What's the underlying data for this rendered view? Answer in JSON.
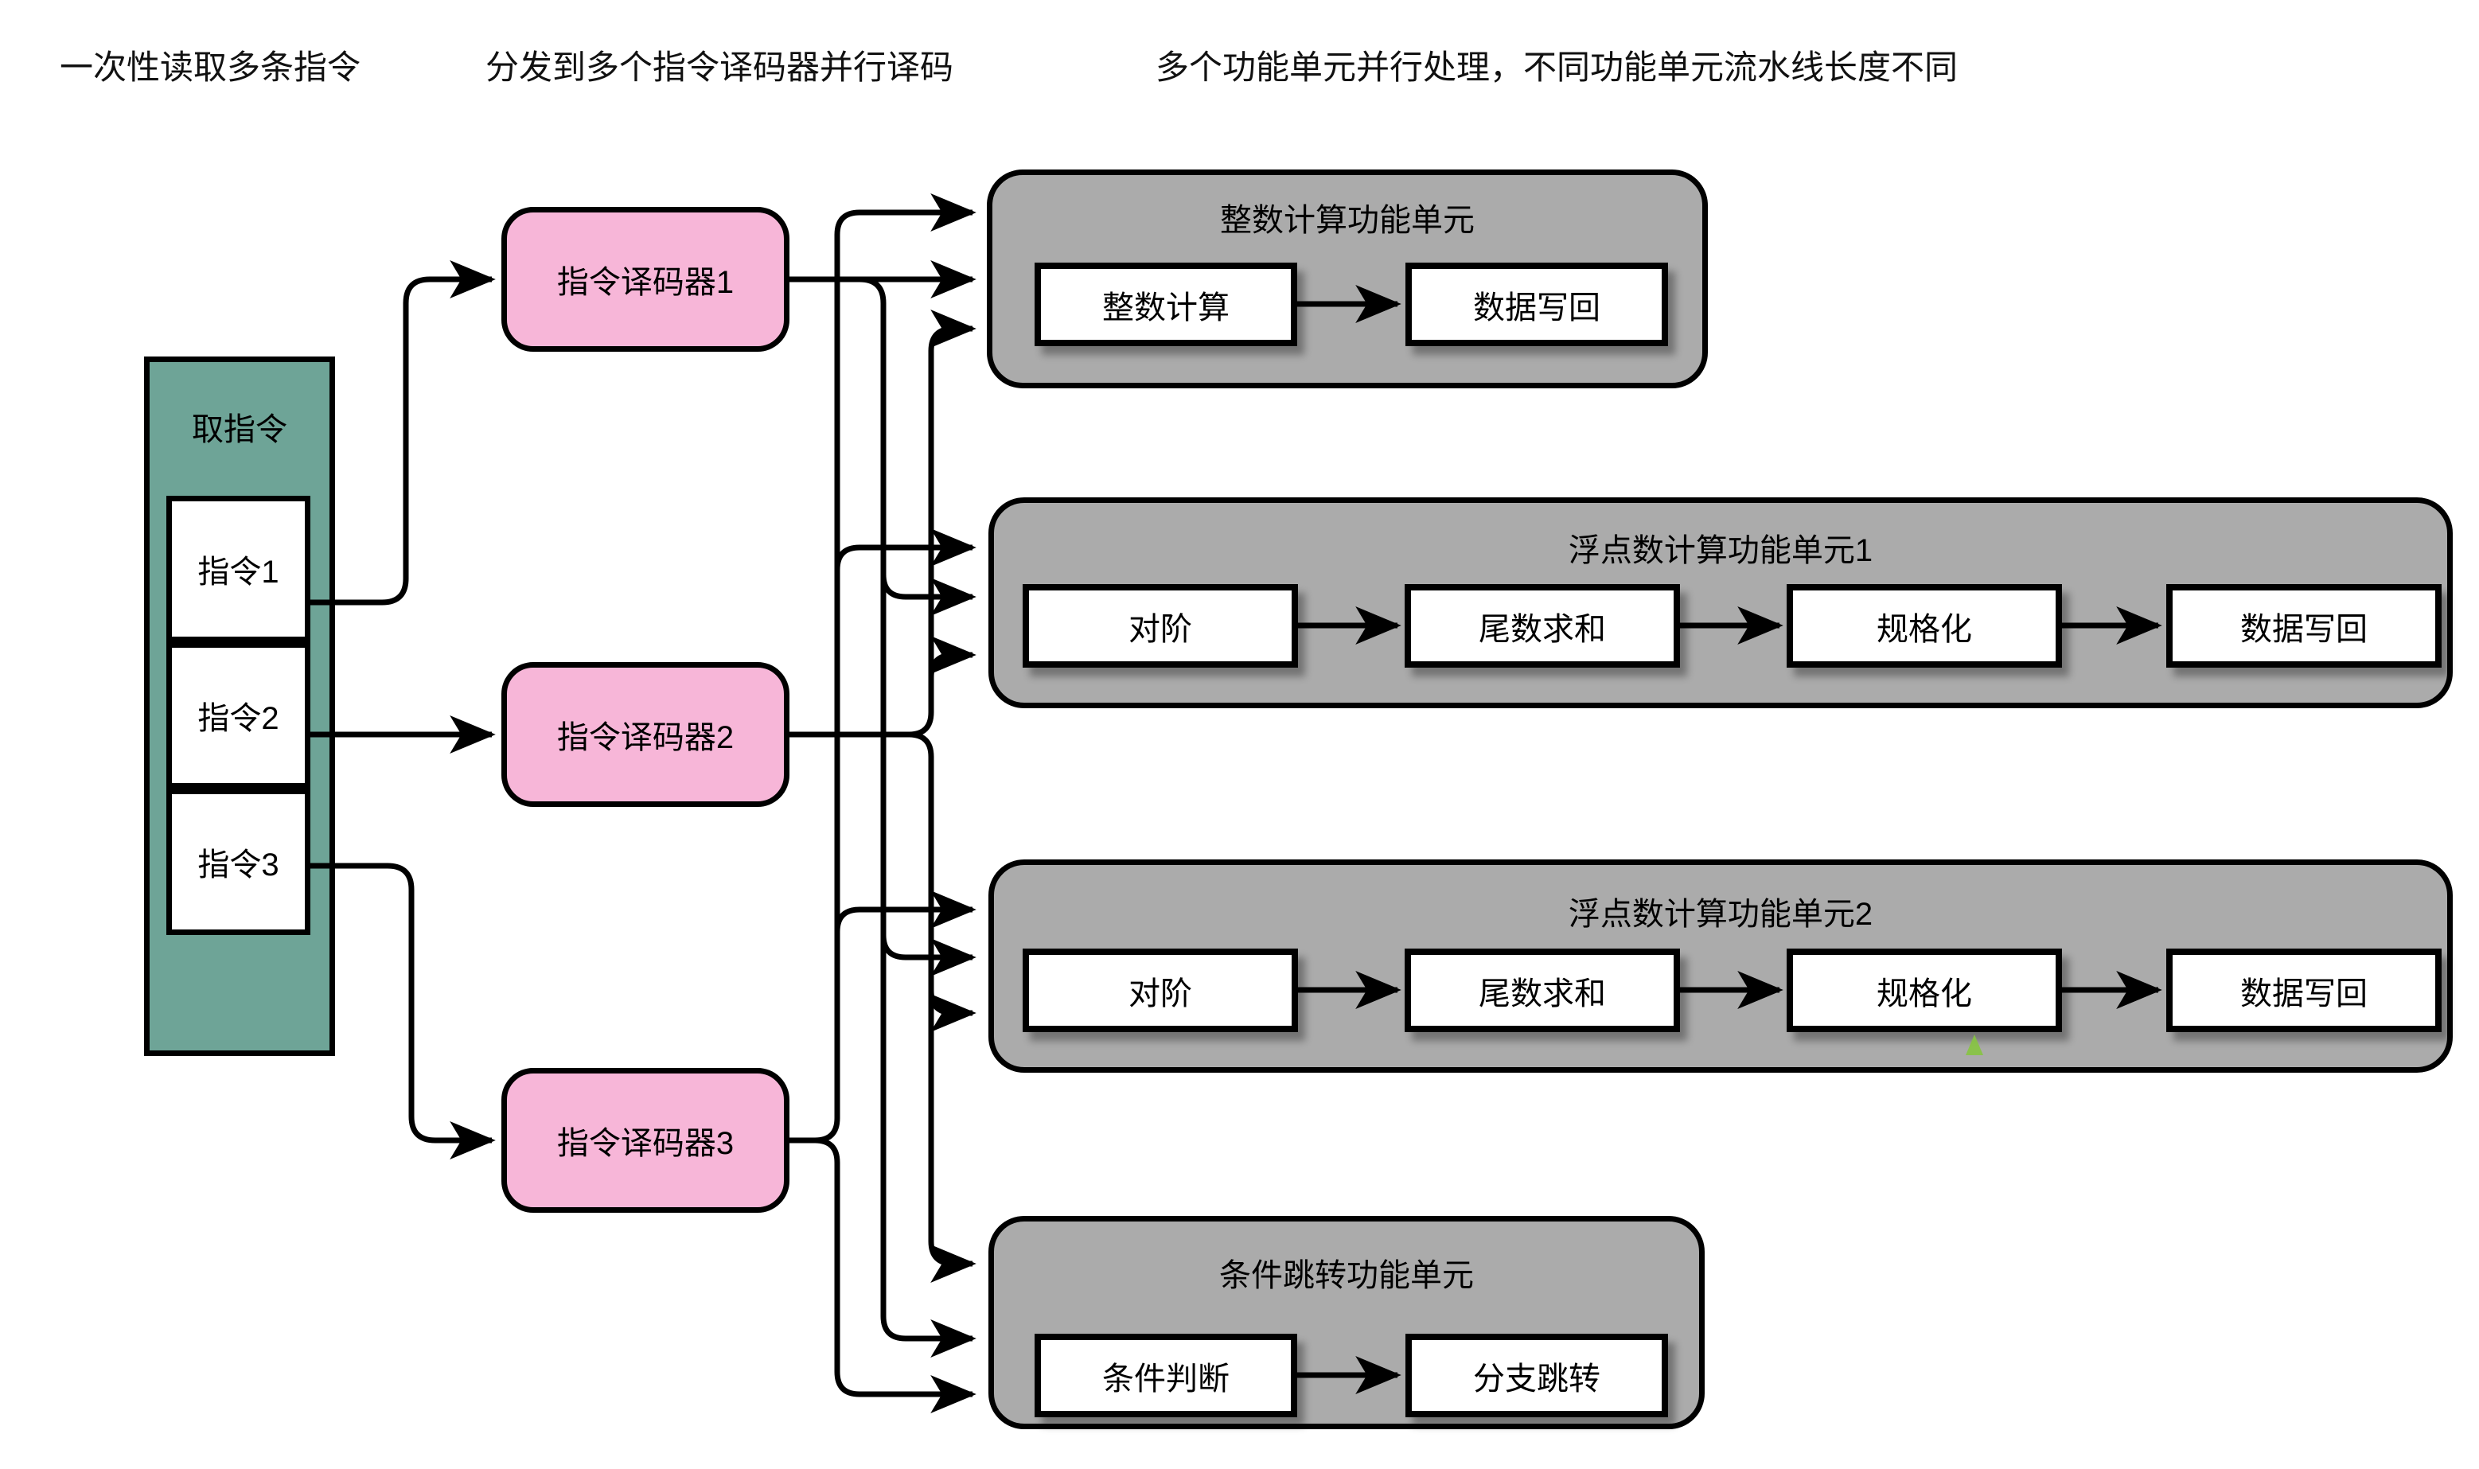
{
  "annotations": [
    {
      "text": "一次性读取多条指令"
    },
    {
      "text": "分发到多个指令译码器并行译码"
    },
    {
      "text": "多个功能单元并行处理，不同功能单元流水线长度不同"
    }
  ],
  "fetch_unit": {
    "title": "取指令",
    "instructions": [
      {
        "label": "指令1"
      },
      {
        "label": "指令2"
      },
      {
        "label": "指令3"
      }
    ]
  },
  "decoders": [
    {
      "label": "指令译码器1"
    },
    {
      "label": "指令译码器2"
    },
    {
      "label": "指令译码器3"
    }
  ],
  "functional_units": [
    {
      "title": "整数计算功能单元",
      "stages": [
        {
          "label": "整数计算"
        },
        {
          "label": "数据写回"
        }
      ]
    },
    {
      "title": "浮点数计算功能单元1",
      "stages": [
        {
          "label": "对阶"
        },
        {
          "label": "尾数求和"
        },
        {
          "label": "规格化"
        },
        {
          "label": "数据写回"
        }
      ]
    },
    {
      "title": "浮点数计算功能单元2",
      "stages": [
        {
          "label": "对阶"
        },
        {
          "label": "尾数求和"
        },
        {
          "label": "规格化"
        },
        {
          "label": "数据写回"
        }
      ]
    },
    {
      "title": "条件跳转功能单元",
      "stages": [
        {
          "label": "条件判断"
        },
        {
          "label": "分支跳转"
        }
      ]
    }
  ],
  "colors": {
    "fetch_fill": "#6EA497",
    "decoder_fill": "#F7B6D8",
    "unit_fill": "#ABABAB",
    "stage_fill": "#FFFFFF",
    "line": "#000000",
    "artifact_green": "#86C440"
  }
}
